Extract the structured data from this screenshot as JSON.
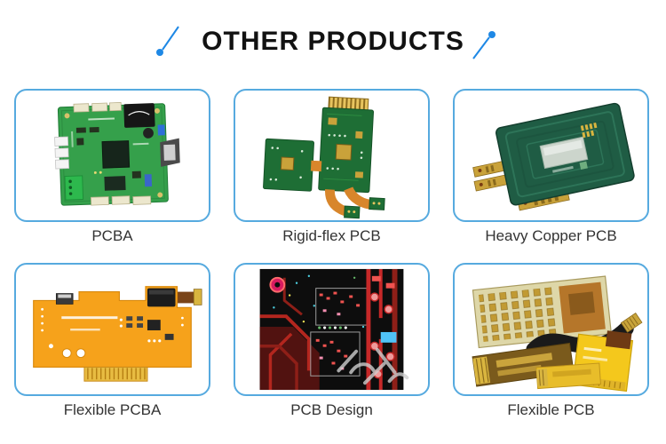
{
  "header": {
    "title": "OTHER PRODUCTS"
  },
  "colors": {
    "accent_blue": "#1e88e5",
    "card_border": "#56aadf",
    "title_text": "#121212",
    "label_text": "#333333"
  },
  "products": [
    {
      "label": "PCBA",
      "image": "pcba-photo"
    },
    {
      "label": "Rigid-flex PCB",
      "image": "rigid-flex-pcb-photo"
    },
    {
      "label": "Heavy Copper PCB",
      "image": "heavy-copper-pcb-photo"
    },
    {
      "label": "Flexible PCBA",
      "image": "flexible-pcba-photo"
    },
    {
      "label": "PCB Design",
      "image": "pcb-design-photo"
    },
    {
      "label": "Flexible PCB",
      "image": "flexible-pcb-photo"
    }
  ]
}
